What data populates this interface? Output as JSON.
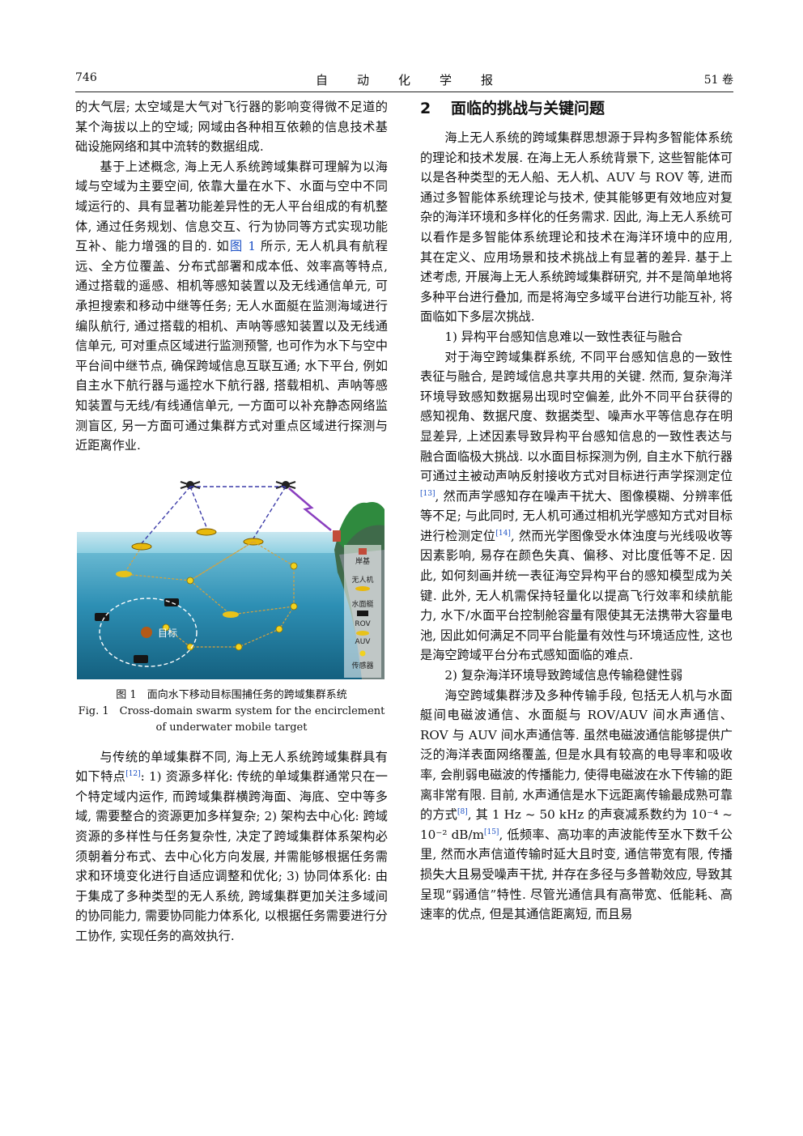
{
  "header": {
    "page_number": "746",
    "journal_title": "自动化学报",
    "volume": "51 卷"
  },
  "left_column": {
    "p1": "的大气层; 太空域是大气对飞行器的影响变得微不足道的某个海拔以上的空域; 网域由各种相互依赖的信息技术基础设施网络和其中流转的数据组成.",
    "p2_a": "基于上述概念, 海上无人系统跨域集群可理解为以海域与空域为主要空间, 依靠大量在水下、水面与空中不同域运行的、具有显著功能差异性的无人平台组成的有机整体, 通过任务规划、信息交互、行为协同等方式实现功能互补、能力增强的目的. 如",
    "p2_ref": "图 1",
    "p2_b": " 所示, 无人机具有航程远、全方位覆盖、分布式部署和成本低、效率高等特点, 通过搭载的遥感、相机等感知装置以及无线通信单元, 可承担搜索和移动中继等任务; 无人水面艇在监测海域进行编队航行, 通过搭载的相机、声呐等感知装置以及无线通信单元, 可对重点区域进行监测预警, 也可作为水下与空中平台间中继节点, 确保跨域信息互联互通; 水下平台, 例如自主水下航行器与遥控水下航行器, 搭载相机、声呐等感知装置与无线/有线通信单元, 一方面可以补充静态网络监测盲区, 另一方面可通过集群方式对重点区域进行探测与近距离作业.",
    "figure": {
      "legend": [
        "岸基",
        "无人机",
        "水面艇",
        "ROV",
        "AUV",
        "传感器"
      ],
      "target_label": "目标",
      "caption_zh": "图 1　面向水下移动目标围捕任务的跨域集群系统",
      "caption_en": "Fig. 1　Cross-domain swarm system for the encirclement of underwater mobile target"
    },
    "p3_a": "与传统的单域集群不同, 海上无人系统跨域集群具有如下特点",
    "p3_cite": "[12]",
    "p3_b": ": 1) 资源多样化: 传统的单域集群通常只在一个特定域内运作, 而跨域集群横跨海面、海底、空中等多域, 需要整合的资源更加多样复杂; 2) 架构去中心化: 跨域资源的多样性与任务复杂性, 决定了跨域集群体系架构必须朝着分布式、去中心化方向发展, 并需能够根据任务需求和环境变化进行自适应调整和优化; 3) 协同体系化: 由于集成了多种类型的无人系统, 跨域集群更加关注多域间的协同能力, 需要协同能力体系化, 以根据任务需要进行分工协作, 实现任务的高效执行."
  },
  "right_column": {
    "section_number": "2",
    "section_title": "面临的挑战与关键问题",
    "p1": "海上无人系统的跨域集群思想源于异构多智能体系统的理论和技术发展. 在海上无人系统背景下, 这些智能体可以是各种类型的无人船、无人机、AUV 与 ROV 等, 进而通过多智能体系统理论与技术, 使其能够更有效地应对复杂的海洋环境和多样化的任务需求. 因此, 海上无人系统可以看作是多智能体系统理论和技术在海洋环境中的应用, 其在定义、应用场景和技术挑战上有显著的差异. 基于上述考虑, 开展海上无人系统跨域集群研究, 并不是简单地将多种平台进行叠加, 而是将海空多域平台进行功能互补, 将面临如下多层次挑战.",
    "h1": "1) 异构平台感知信息难以一致性表征与融合",
    "p2_a": "对于海空跨域集群系统, 不同平台感知信息的一致性表征与融合, 是跨域信息共享共用的关键. 然而, 复杂海洋环境导致感知数据易出现时空偏差, 此外不同平台获得的感知视角、数据尺度、数据类型、噪声水平等信息存在明显差异, 上述因素导致异构平台感知信息的一致性表达与融合面临极大挑战. 以水面目标探测为例, 自主水下航行器可通过主被动声呐反射接收方式对目标进行声学探测定位",
    "p2_cite1": "[13]",
    "p2_b": ", 然而声学感知存在噪声干扰大、图像模糊、分辨率低等不足; 与此同时, 无人机可通过相机光学感知方式对目标进行检测定位",
    "p2_cite2": "[14]",
    "p2_c": ", 然而光学图像受水体浊度与光线吸收等因素影响, 易存在颜色失真、偏移、对比度低等不足. 因此, 如何刻画并统一表征海空异构平台的感知模型成为关键. 此外, 无人机需保持轻量化以提高飞行效率和续航能力, 水下/水面平台控制舱容量有限使其无法携带大容量电池, 因此如何满足不同平台能量有效性与环境适应性, 这也是海空跨域平台分布式感知面临的难点.",
    "h2": "2) 复杂海洋环境导致跨域信息传输稳健性弱",
    "p3_a": "海空跨域集群涉及多种传输手段, 包括无人机与水面艇间电磁波通信、水面艇与 ROV/AUV 间水声通信、ROV 与 AUV 间水声通信等. 虽然电磁波通信能够提供广泛的海洋表面网络覆盖, 但是水具有较高的电导率和吸收率, 会削弱电磁波的传播能力, 使得电磁波在水下传输的距离非常有限. 目前, 水声通信是水下远距离传输最成熟可靠的方式",
    "p3_cite1": "[8]",
    "p3_b": ", 其 1 Hz ~ 50 kHz 的声衰减系数约为 10⁻⁴ ~ 10⁻² dB/m",
    "p3_cite2": "[15]",
    "p3_c": ", 低频率、高功率的声波能传至水下数千公里, 然而水声信道传输时延大且时变, 通信带宽有限, 传播损失大且易受噪声干扰, 并存在多径与多普勒效应, 导致其呈现“弱通信”特性. 尽管光通信具有高带宽、低能耗、高速率的优点, 但是其通信距离短, 而且易"
  }
}
